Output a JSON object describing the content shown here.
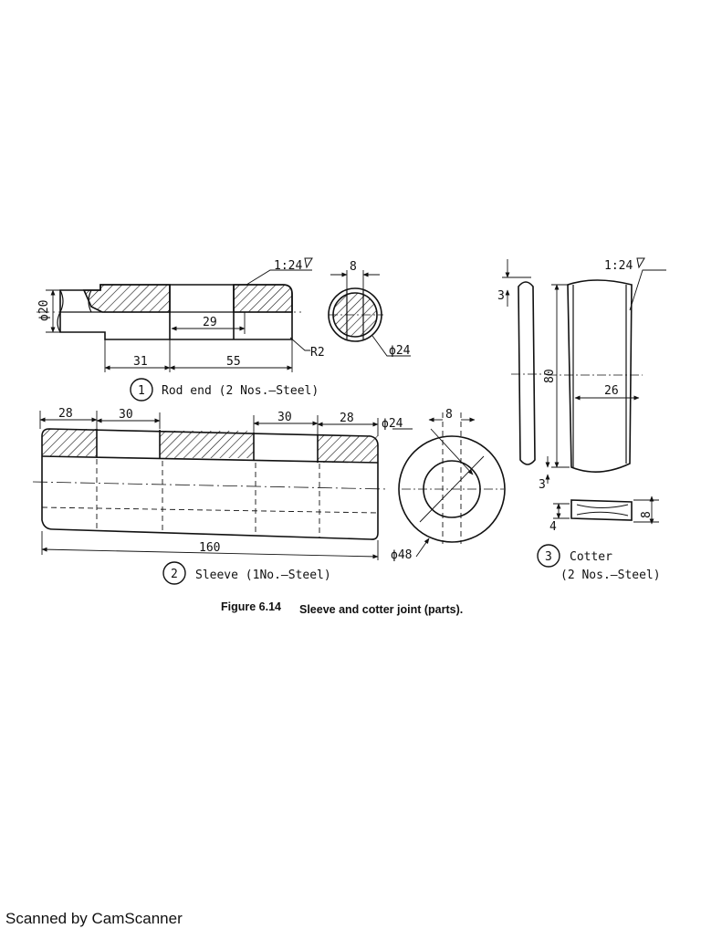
{
  "figure": {
    "number": "Figure 6.14",
    "title": "Sleeve and cotter joint (parts)."
  },
  "parts": [
    {
      "no": "1",
      "label": "Rod end (2 Nos.–Steel)"
    },
    {
      "no": "2",
      "label": "Sleeve (1No.–Steel)"
    },
    {
      "no": "3",
      "label": "Cotter",
      "label2": "(2 Nos.–Steel)"
    }
  ],
  "dims": {
    "rod": {
      "taper": "1:24",
      "dia": "ϕ20",
      "d29": "29",
      "d31": "31",
      "d55": "55",
      "r2": "R2"
    },
    "rod_section": {
      "d8": "8",
      "d24": "ϕ24"
    },
    "sleeve": {
      "d28a": "28",
      "d30a": "30",
      "d30b": "30",
      "d28b": "28",
      "d160": "160"
    },
    "sleeve_end": {
      "d24": "ϕ24",
      "d8": "8",
      "d48": "ϕ48"
    },
    "cotter": {
      "taper": "1:24",
      "d3a": "3",
      "d80": "80",
      "d26": "26",
      "d3b": "3",
      "d4": "4",
      "d8": "8"
    }
  },
  "scanner_footer": "Scanned by CamScanner"
}
